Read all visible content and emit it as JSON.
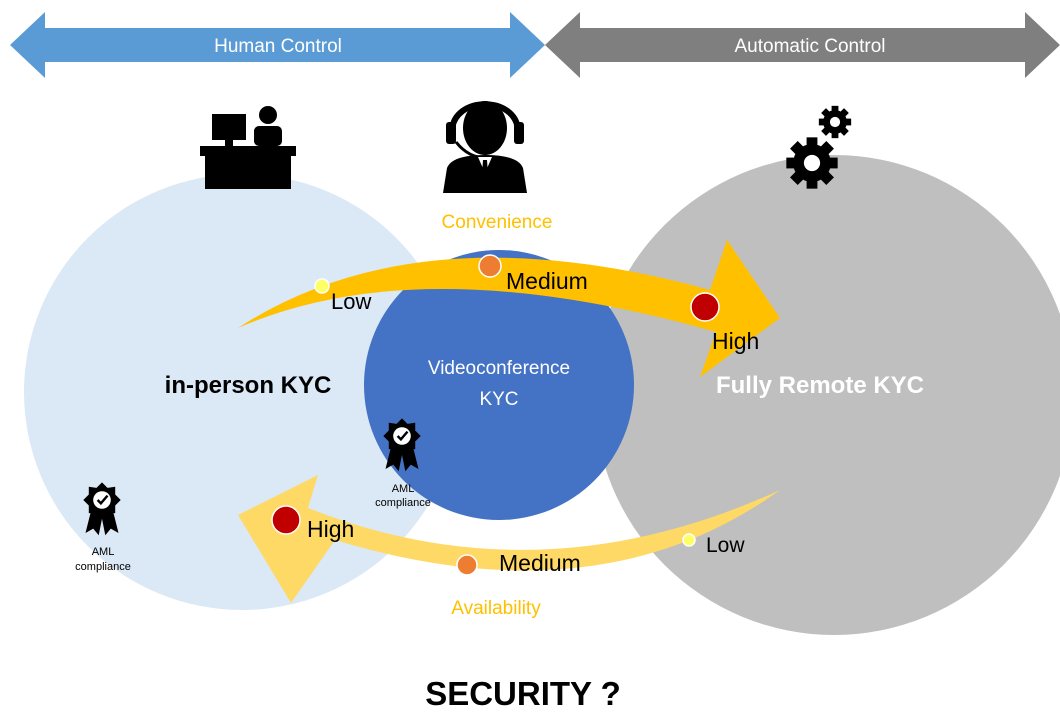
{
  "header": {
    "human_control": "Human Control",
    "automatic_control": "Automatic Control"
  },
  "nodes": {
    "in_person": "in-person KYC",
    "video": [
      "Videoconference",
      "KYC"
    ],
    "remote": "Fully Remote KYC"
  },
  "convenience": {
    "title": "Convenience",
    "low": "Low",
    "medium": "Medium",
    "high": "High"
  },
  "availability": {
    "title": "Availability",
    "high": "High",
    "medium": "Medium",
    "low": "Low"
  },
  "aml": {
    "line1": "AML",
    "line2": "compliance"
  },
  "footer": {
    "security": "SECURITY ?"
  },
  "colors": {
    "human_arrow": "#5b9bd5",
    "auto_arrow": "#7f7f7f",
    "in_person_circle": "#dbe8f5",
    "video_circle": "#4472c4",
    "remote_circle": "#bfbfbf",
    "convenience_arrow": "#ffc000",
    "availability_arrow": "#ffd966",
    "dot_low": "#ffff66",
    "dot_medium": "#ed7d31",
    "dot_high": "#c00000"
  },
  "icons": [
    "desk-clerk-icon",
    "headset-agent-icon",
    "gears-icon",
    "award-badge-icon"
  ]
}
